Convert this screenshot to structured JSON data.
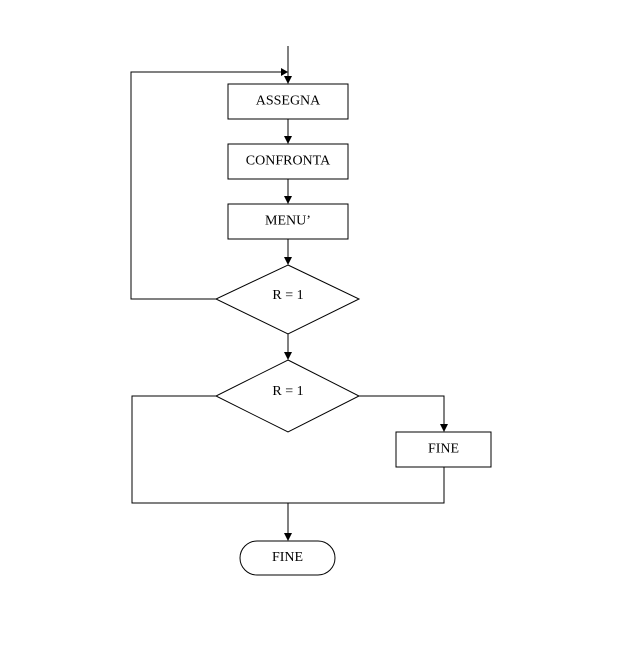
{
  "diagram": {
    "nodes": {
      "assegna": "ASSEGNA",
      "confronta": "CONFRONTA",
      "menu": "MENU’",
      "decision_1": "R = 1",
      "decision_2": "R = 1",
      "fine_box": "FINE",
      "fine_terminal": "FINE"
    }
  }
}
